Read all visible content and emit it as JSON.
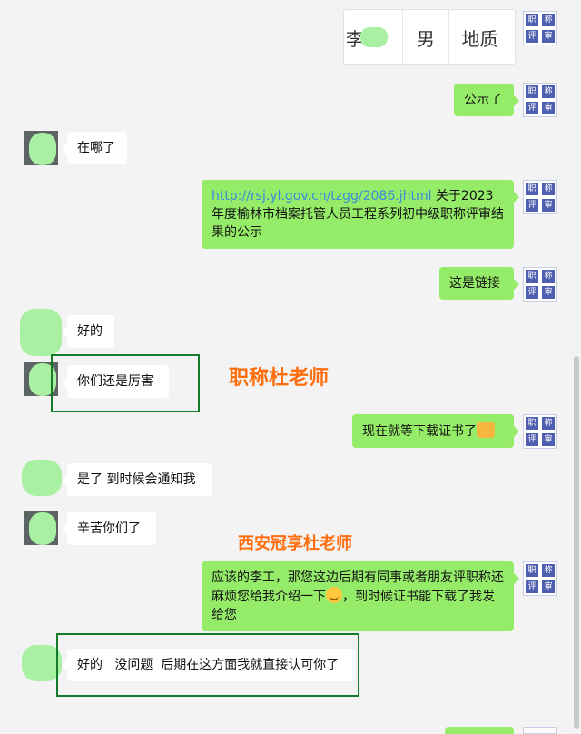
{
  "header_card": {
    "cells": [
      "李",
      "男",
      "地质"
    ]
  },
  "avatar_right": {
    "chars": [
      "职",
      "称",
      "评",
      "审"
    ]
  },
  "messages": [
    {
      "side": "out",
      "text": "公示了"
    },
    {
      "side": "in",
      "text": "在哪了"
    },
    {
      "side": "out",
      "link": "http://rsj.yl.gov.cn/tzgg/2086.jhtml",
      "text": " 关于2023年度榆林市档案托管人员工程系列初中级职称评审结果的公示"
    },
    {
      "side": "out",
      "text": "这是链接"
    },
    {
      "side": "in",
      "text": "好的"
    },
    {
      "side": "in",
      "text": "你们还是厉害"
    },
    {
      "side": "out",
      "text": "现在就等下载证书了"
    },
    {
      "side": "in",
      "text": "是了 到时候会通知我"
    },
    {
      "side": "in",
      "text": "辛苦你们了"
    },
    {
      "side": "out",
      "text_a": "应该的李工，那您这边后期有同事或者朋友评职称还麻烦您给我介绍一下",
      "text_b": "，到时候证书能下载了我发给您"
    },
    {
      "side": "in",
      "text": "好的   没问题  后期在这方面我就直接认可你了"
    }
  ],
  "overlays": {
    "teacher_title_1": "职称杜老师",
    "teacher_title_2": "西安冠享杜老师"
  },
  "colors": {
    "bubble_out": "#95ec69",
    "bubble_in": "#ffffff",
    "overlay_text": "#ff6d0d",
    "highlight_box": "#157d2a",
    "link": "#3b8bdc"
  },
  "icons": [
    "avatar-icon",
    "handshake-emoji-icon",
    "smile-emoji-icon"
  ]
}
